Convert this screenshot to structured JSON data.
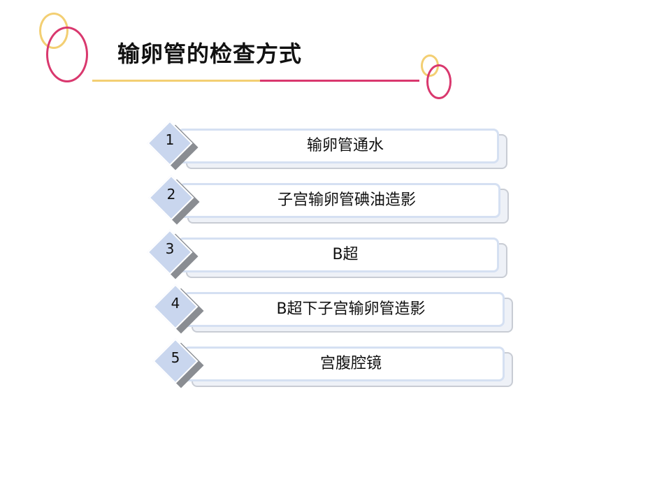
{
  "slide": {
    "title": "输卵管的检查方式"
  },
  "colors": {
    "accent_yellow": "#f3cf73",
    "accent_pink": "#d9386e",
    "bar_border": "#d5e0f2",
    "diamond_fill": "#c9d6ee"
  },
  "items": [
    {
      "number": "1",
      "label": "输卵管通水"
    },
    {
      "number": "2",
      "label": "子宫输卵管碘油造影"
    },
    {
      "number": "3",
      "label": "B超"
    },
    {
      "number": "4",
      "label": "B超下子宫输卵管造影"
    },
    {
      "number": "5",
      "label": "宫腹腔镜"
    }
  ]
}
